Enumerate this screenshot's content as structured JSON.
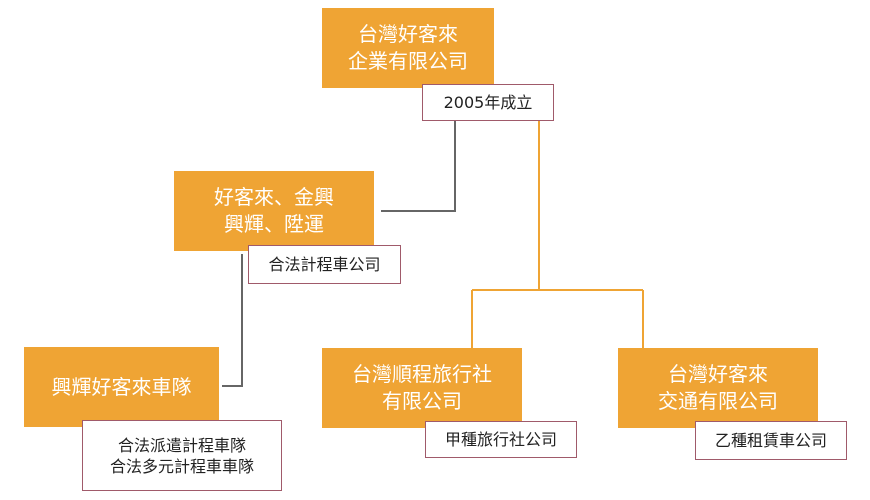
{
  "colors": {
    "node_fill": "#efa434",
    "node_text": "#ffffff",
    "note_border": "#a05a6a",
    "connector_gray": "#666666",
    "connector_orange": "#efa434"
  },
  "nodes": {
    "parent": {
      "lines": [
        "台灣好客來",
        "企業有限公司"
      ],
      "note": "2005年成立"
    },
    "taxi_group": {
      "lines": [
        "好客來、金興",
        "興輝、陞運"
      ],
      "note": "合法計程車公司"
    },
    "fleet": {
      "lines": [
        "興輝好客來車隊"
      ],
      "note_lines": [
        "合法派遣計程車隊",
        "合法多元計程車車隊"
      ]
    },
    "travel": {
      "lines": [
        "台灣順程旅行社",
        "有限公司"
      ],
      "note": "甲種旅行社公司"
    },
    "transport": {
      "lines": [
        "台灣好客來",
        "交通有限公司"
      ],
      "note": "乙種租賃車公司"
    }
  }
}
